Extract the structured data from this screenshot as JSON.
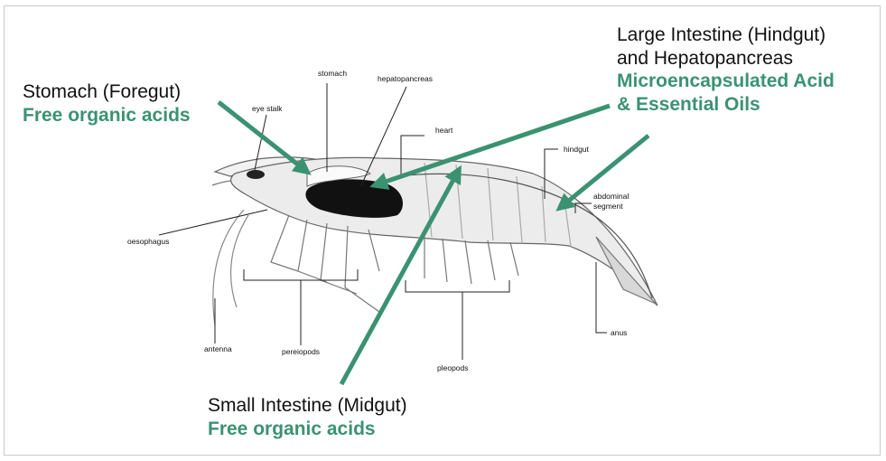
{
  "accent_color": "#3b9272",
  "callouts": {
    "stomach": {
      "label": "Stomach (Foregut)",
      "agent": "Free organic acids"
    },
    "large_intestine": {
      "label": "Large Intestine (Hindgut)\nand Hepatopancreas",
      "agent_line1": "Microencapsulated Acid",
      "agent_line2": "& Essential Oils"
    },
    "small_intestine": {
      "label": "Small Intestine (Midgut)",
      "agent": "Free organic acids"
    }
  },
  "anatomy_labels": {
    "stomach": "stomach",
    "hepatopancreas": "hepatopancreas",
    "eye_stalk": "eye stalk",
    "heart": "heart",
    "hindgut": "hindgut",
    "abdominal_segment_1": "abdominal",
    "abdominal_segment_2": "segment",
    "oesophagus": "oesophagus",
    "antenna": "antenna",
    "pereiopods": "pereiopods",
    "pleopods": "pleopods",
    "anus": "anus"
  }
}
